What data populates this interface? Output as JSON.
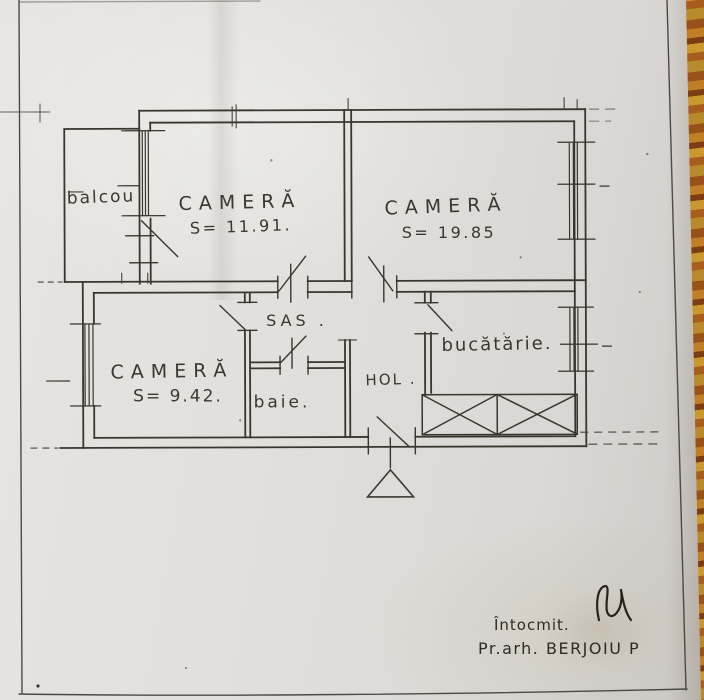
{
  "sheet": {
    "kind": "hand-drawn apartment floor plan on paper sheet, photographed on an orange carpet"
  },
  "colors": {
    "paper": "#e1dfdb",
    "ink": "#3a362e",
    "carpet": "#b36a22",
    "carpet_dark": "#7d3d12",
    "carpet_light": "#c9992f"
  },
  "rooms": {
    "balcony": {
      "label": "balcou"
    },
    "camera1": {
      "label": "CAMERĂ",
      "area": "S= 11.91."
    },
    "camera2": {
      "label": "CAMERĂ",
      "area": "S= 19.85"
    },
    "sas": {
      "label": "SAS ."
    },
    "camera3": {
      "label": "CAMERĂ",
      "area": "S= 9.42."
    },
    "baie": {
      "label": "baie."
    },
    "hol": {
      "label": "HOL ."
    },
    "kitchen": {
      "label": "bucătărie."
    }
  },
  "signature": {
    "line1": "Întocmit.",
    "line2": "Pr.arh. BERJOIU P"
  }
}
